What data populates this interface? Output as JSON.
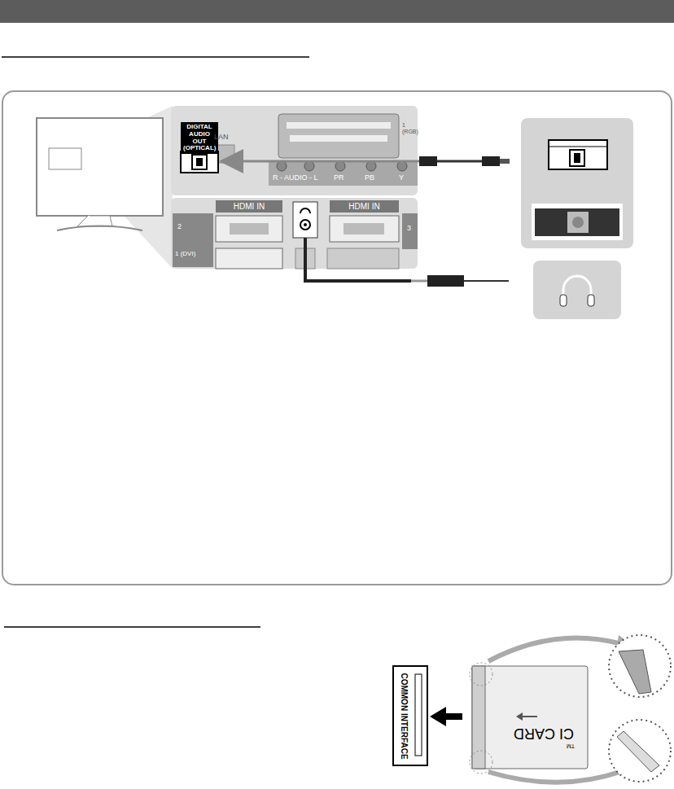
{
  "diagram": {
    "nodes": [
      {
        "text": [
          "DIGITAL AUDIO OUT (OPTICAL)"
        ]
      },
      {
        "text": [
          "HDMI IN"
        ]
      },
      {
        "text": [
          "HDMI IN"
        ]
      },
      {
        "text": [
          "COMMON INTERFACE"
        ]
      },
      {
        "text": [
          "CI CARD"
        ]
      }
    ],
    "labels": [
      "LAN",
      "1 (RGB)",
      "R - AUDIO - L",
      "PR",
      "PB",
      "Y",
      "2",
      "1 (DVI)",
      "3",
      "TM"
    ]
  }
}
